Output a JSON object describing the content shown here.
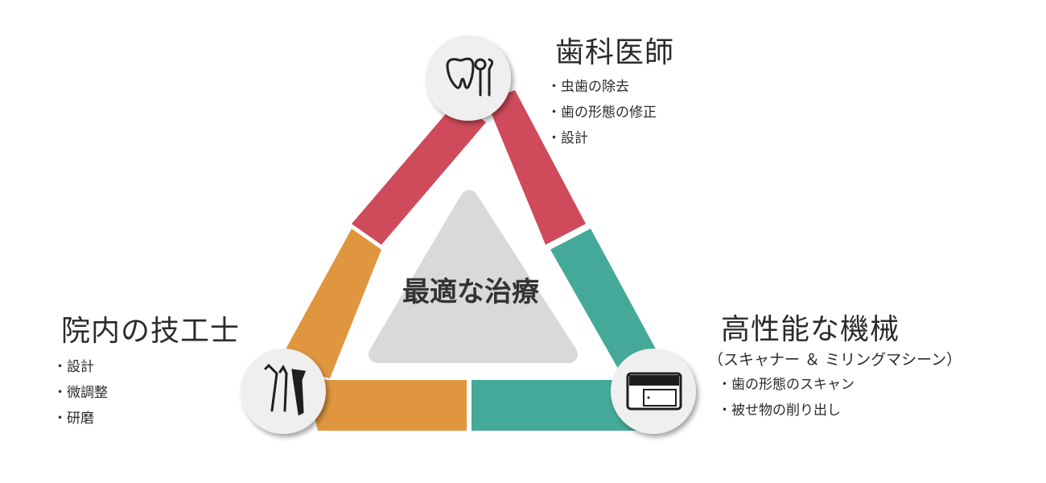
{
  "center": {
    "label": "最適な治療"
  },
  "dentist": {
    "title": "歯科医師",
    "icon": "tooth-and-dental-tools-icon",
    "items": [
      "虫歯の除去",
      "歯の形態の修正",
      "設計"
    ]
  },
  "technician": {
    "title": "院内の技工士",
    "icon": "pliers-icon",
    "items": [
      "設計",
      "微調整",
      "研磨"
    ]
  },
  "machine": {
    "title": "高性能な機械",
    "subtitle": "（スキャナー ＆ ミリングマシーン）",
    "icon": "milling-machine-icon",
    "items": [
      "歯の形態のスキャン",
      "被せ物の削り出し"
    ]
  },
  "colors": {
    "red": "#cf4a5a",
    "orange": "#e0963f",
    "teal": "#44a998",
    "center_triangle": "#d9d9d9",
    "circle_fill": "#efefef"
  }
}
